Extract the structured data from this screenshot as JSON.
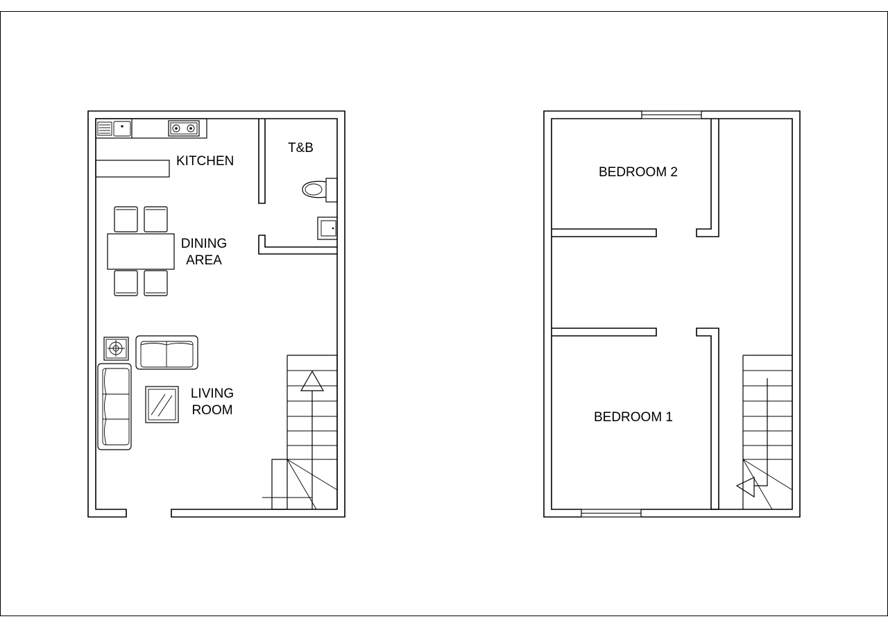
{
  "ground_floor": {
    "rooms": {
      "kitchen": "KITCHEN",
      "toilet_bath": "T&B",
      "dining_line1": "DINING",
      "dining_line2": "AREA",
      "living_line1": "LIVING",
      "living_line2": "ROOM"
    }
  },
  "second_floor": {
    "rooms": {
      "bedroom2": "BEDROOM 2",
      "bedroom1": "BEDROOM 1"
    }
  },
  "icons": [
    "sink-icon",
    "stove-icon",
    "toilet-icon",
    "lavatory-icon",
    "chair-icon",
    "table-icon",
    "sofa-icon",
    "lamp-icon",
    "coffee-table-icon",
    "stair-arrow-icon",
    "window-icon"
  ]
}
